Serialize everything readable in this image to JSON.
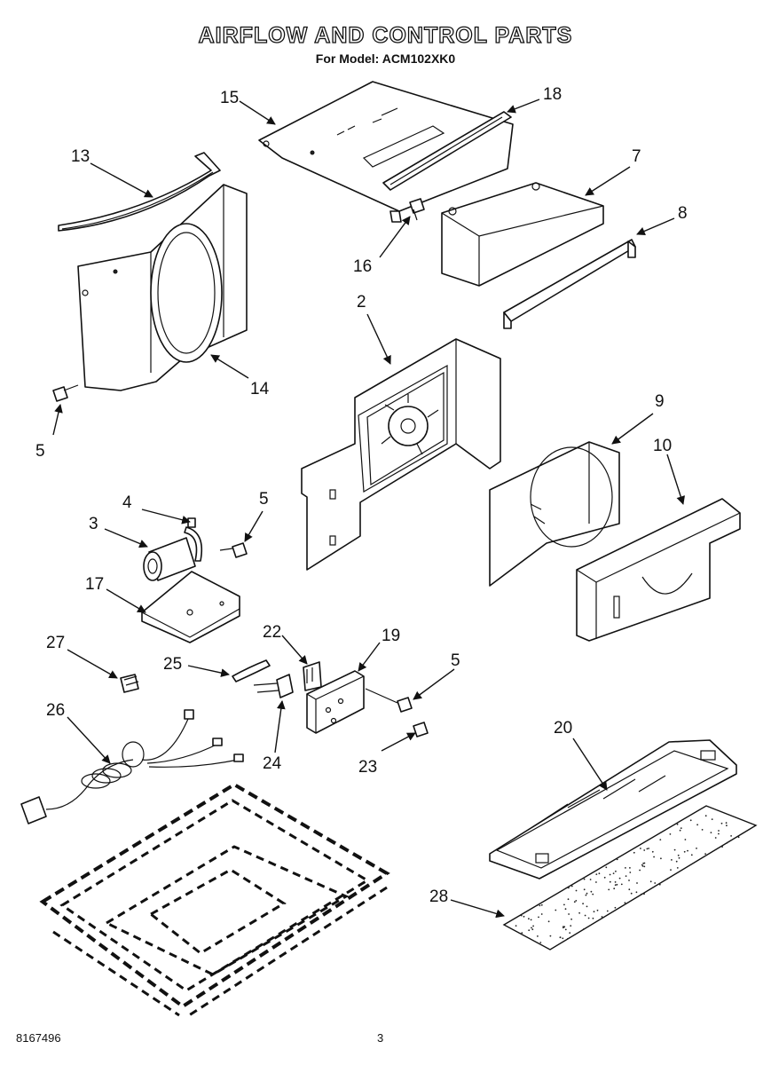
{
  "header": {
    "title": "AIRFLOW AND CONTROL PARTS",
    "subtitle": "For Model: ACM102XK0"
  },
  "footer": {
    "doc_number": "8167496",
    "page_number": "3"
  },
  "callouts": {
    "c2": "2",
    "c3": "3",
    "c4": "4",
    "c5a": "5",
    "c5b": "5",
    "c5c": "5",
    "c7": "7",
    "c8": "8",
    "c9": "9",
    "c10": "10",
    "c13": "13",
    "c14": "14",
    "c15": "15",
    "c16": "16",
    "c17": "17",
    "c18": "18",
    "c19": "19",
    "c20": "20",
    "c22": "22",
    "c23": "23",
    "c24": "24",
    "c25": "25",
    "c26": "26",
    "c27": "27",
    "c28": "28"
  }
}
